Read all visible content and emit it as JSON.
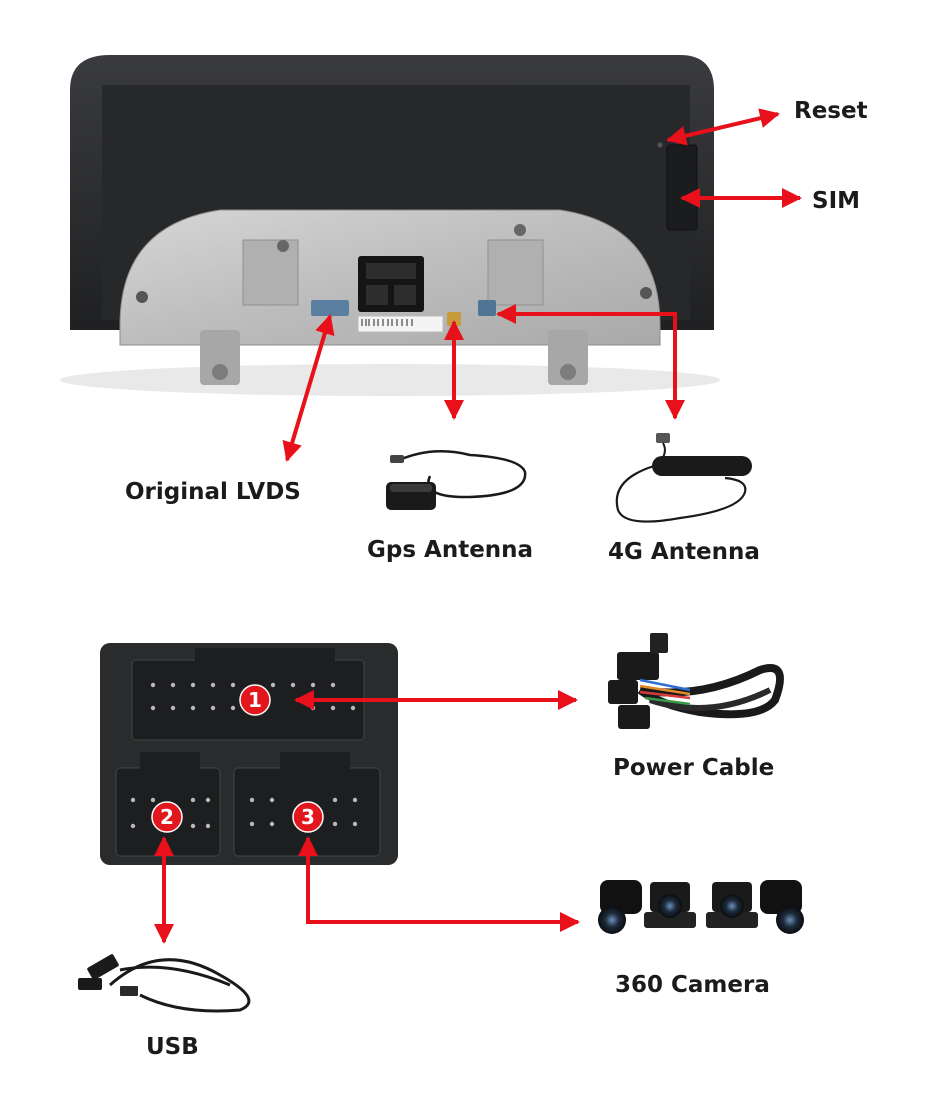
{
  "labels": {
    "reset": "Reset",
    "sim": "SIM",
    "original_lvds": "Original LVDS",
    "gps_antenna": "Gps Antenna",
    "antenna_4g": "4G Antenna",
    "power_cable": "Power Cable",
    "usb": "USB",
    "camera_360": "360 Camera"
  },
  "connector_badges": [
    "1",
    "2",
    "3"
  ],
  "colors": {
    "arrow": "#e8101a",
    "badge": "#e2161d",
    "panel": "#2a2b2d",
    "metal": "#c9c9c9"
  }
}
